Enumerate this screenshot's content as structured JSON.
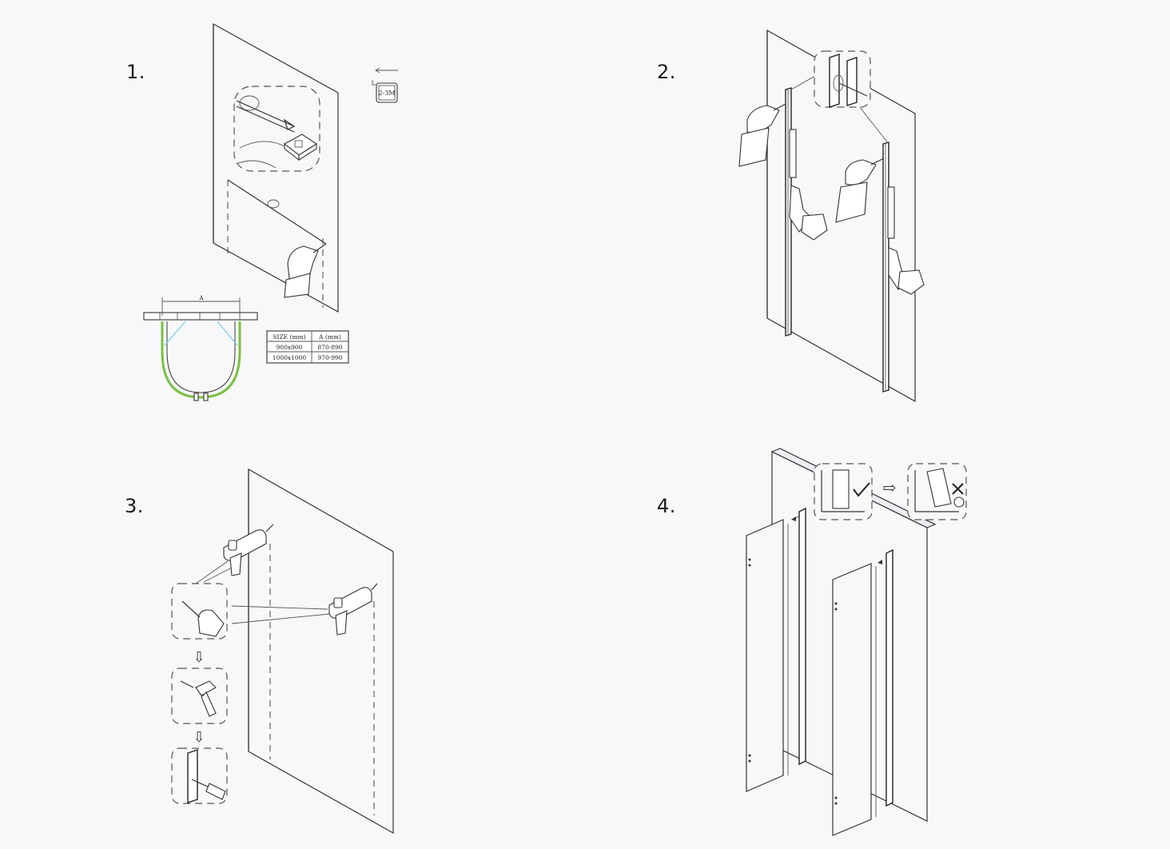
{
  "steps": [
    {
      "number": "1."
    },
    {
      "number": "2."
    },
    {
      "number": "3."
    },
    {
      "number": "4."
    }
  ],
  "step1": {
    "tape_label": "2-3M",
    "dimension_label": "A",
    "size_table": {
      "headers": [
        "SIZE (mm)",
        "A (mm)"
      ],
      "rows": [
        [
          "900x900",
          "870-890"
        ],
        [
          "1000x1000",
          "970-990"
        ]
      ]
    }
  },
  "colors": {
    "glass_curve": "#7bc043",
    "bracket_lines": "#7fc8e8",
    "line_art": "#333333"
  },
  "icons": [
    "tape-measure-icon",
    "pencil-icon",
    "drill-icon",
    "hammer-icon",
    "screwdriver-icon",
    "check-icon",
    "cross-icon",
    "arrow-right-icon",
    "arrow-down-icon"
  ]
}
